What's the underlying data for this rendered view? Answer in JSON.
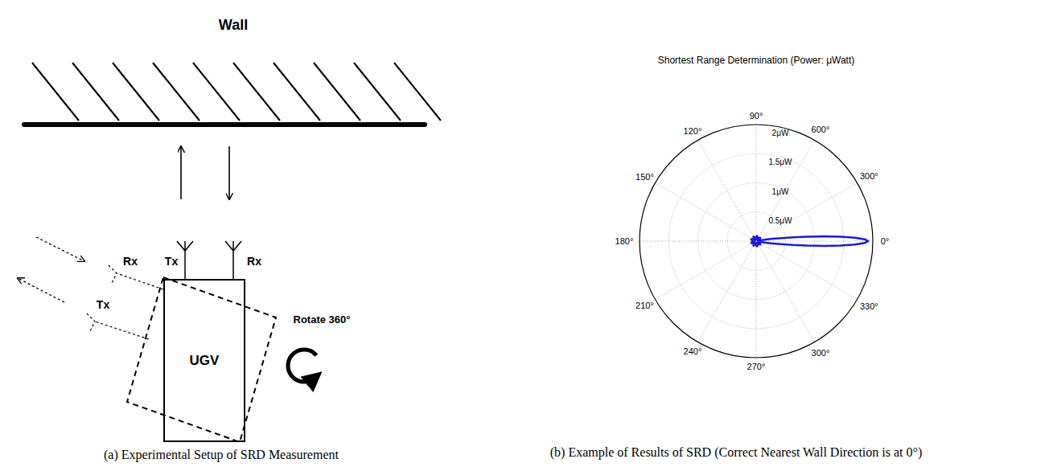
{
  "diagram": {
    "nodes": [
      {
        "text": [
          "UGV"
        ]
      }
    ],
    "labels": [
      "Wall",
      "Tx",
      "Rx",
      "Rx",
      "Tx",
      "Rotate 360°",
      "Shortest Range Determination (Power: μWatt)",
      "90°",
      "2μW",
      "120°",
      "600°",
      "1.5μW",
      "1μW",
      "150°",
      "300°",
      "0.5μW",
      "180°",
      "0°",
      "210°",
      "330°",
      "240°",
      "300°",
      "270°",
      "(a) Experimental Setup of SRD Measurement",
      "(b) Example of Results of SRD (Correct Nearest Wall Direction is at 0°)"
    ]
  }
}
